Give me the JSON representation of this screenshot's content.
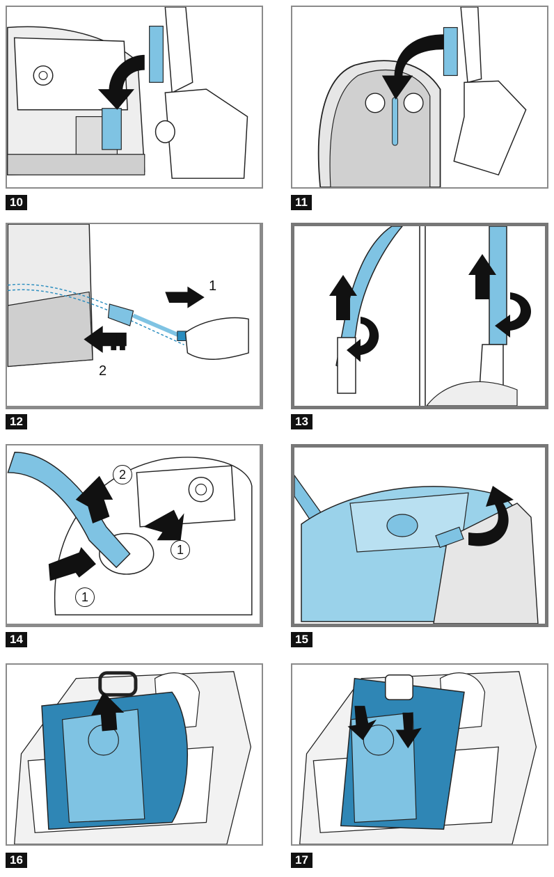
{
  "steps": {
    "s10": "10",
    "s11": "11",
    "s12": "12",
    "s13": "13",
    "s14": "14",
    "s15": "15",
    "s16": "16",
    "s17": "17"
  },
  "callouts": {
    "p12_one": "1",
    "p12_two": "2",
    "p14_two": "2",
    "p14_one_right": "1",
    "p14_one_left": "1"
  },
  "colors": {
    "accent_blue": "#7fc3e3",
    "dark_blue": "#2a8dbf",
    "bag_blue": "#2f86b5",
    "grey": "#d6d6d6"
  }
}
